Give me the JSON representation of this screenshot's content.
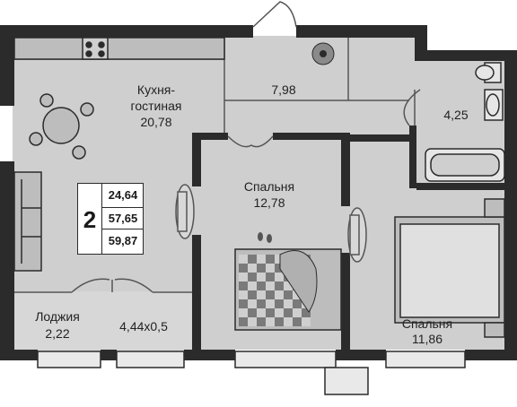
{
  "rooms_count": "2",
  "areas": {
    "living": "24,64",
    "total": "57,65",
    "total_with_balcony": "59,87"
  },
  "rooms": {
    "kitchen_label_line1": "Кухня-",
    "kitchen_label_line2": "гостиная",
    "kitchen_area": "20,78",
    "hall_area": "7,98",
    "bath_area": "4,25",
    "bedroom1_label": "Спальня",
    "bedroom1_area": "12,78",
    "bedroom2_label": "Спальня",
    "bedroom2_area": "11,86",
    "loggia_label": "Лоджия",
    "loggia_area": "2,22",
    "loggia_size": "4,44x0,5"
  },
  "colors": {
    "floor": "#cfcfcf",
    "wall": "#2b2b2b",
    "furniture": "#bdbdbd",
    "line": "#555555"
  }
}
